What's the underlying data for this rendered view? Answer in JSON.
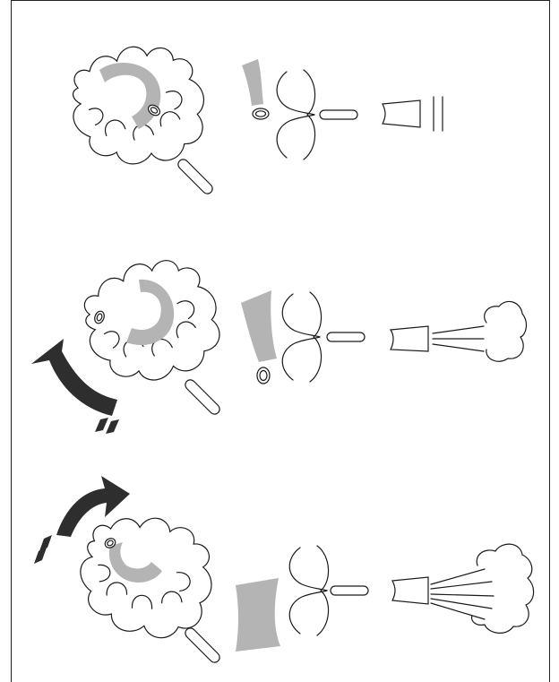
{
  "diagram": {
    "kind": "control-knob-spray-adjustment",
    "steps": [
      {
        "id": 1,
        "rotation": "none",
        "spray": "closed"
      },
      {
        "id": 2,
        "rotation": "counter-clockwise",
        "spray": "narrow"
      },
      {
        "id": 3,
        "rotation": "clockwise",
        "spray": "wide"
      }
    ]
  },
  "colors": {
    "line": "#1a1a1a",
    "indicator": "#b4b4b4",
    "arrow": "#2e2e2e",
    "background": "#ffffff"
  },
  "icons": [
    "knob-icon",
    "indicator-arc-icon",
    "marker-dot-icon",
    "handle-icon",
    "valve-icon",
    "tube-icon",
    "nozzle-icon",
    "spray-icon",
    "rotation-arrow-icon"
  ]
}
